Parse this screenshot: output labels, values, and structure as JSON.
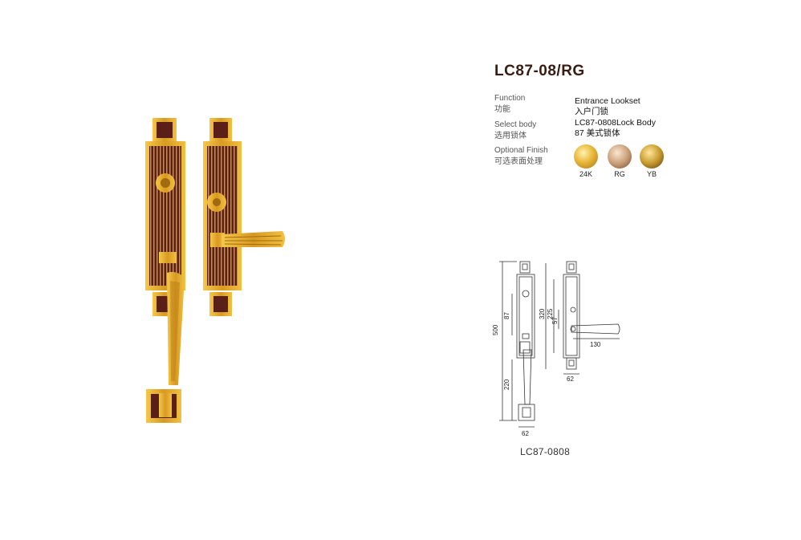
{
  "product": {
    "title": "LC87-08/RG"
  },
  "specs": [
    {
      "label_en": "Function",
      "label_cn": "功能",
      "value_en": "Entrance Lookset",
      "value_cn": "入户门锁"
    },
    {
      "label_en": "Select body",
      "label_cn": "选用锁体",
      "value_en": "LC87-0808Lock Body",
      "value_cn": "87 美式锁体"
    },
    {
      "label_en": "Optional Finish",
      "label_cn": "可选表面处理"
    }
  ],
  "finishes": [
    {
      "label": "24K",
      "color": "#e8b83a"
    },
    {
      "label": "RG",
      "color": "#caa07a"
    },
    {
      "label": "YB",
      "color": "#c89a2e"
    }
  ],
  "drawing": {
    "caption": "LC87-0808",
    "dims": {
      "d500": "500",
      "d87": "87",
      "d220": "220",
      "d62a": "62",
      "d320": "320",
      "d225": "225",
      "d57": "57",
      "d130": "130",
      "d62b": "62"
    }
  },
  "colors": {
    "gold": "#d9a228",
    "wood": "#5a1f16",
    "title": "#3a1d12"
  }
}
